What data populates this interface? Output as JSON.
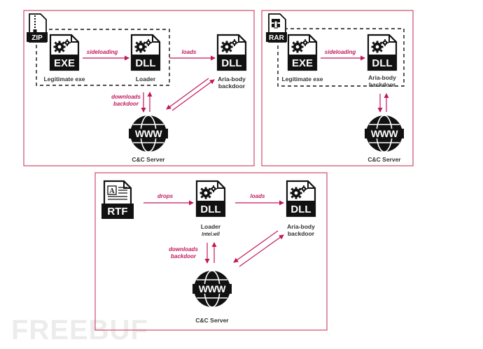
{
  "panel_zip": {
    "tag": "ZIP",
    "exe": {
      "badge": "EXE",
      "label": "Legitimate exe"
    },
    "loader": {
      "badge": "DLL",
      "label": "Loader"
    },
    "aria": {
      "badge": "DLL",
      "label1": "Aria-body",
      "label2": "backdoor"
    },
    "edge_sideloading": "sideloading",
    "edge_loads": "loads",
    "edge_downloads1": "downloads",
    "edge_downloads2": "backdoor",
    "server": {
      "label": "C&C Server"
    }
  },
  "panel_rar": {
    "tag": "RAR",
    "exe": {
      "badge": "EXE",
      "label": "Legitimate exe"
    },
    "aria": {
      "badge": "DLL",
      "label1": "Aria-body",
      "label2": "backdoor"
    },
    "edge_sideloading": "sideloading",
    "server": {
      "label": "C&C Server"
    }
  },
  "panel_rtf": {
    "rtf": {
      "badge": "RTF"
    },
    "loader": {
      "badge": "DLL",
      "label": "Loader",
      "sublabel": "Intel.wll"
    },
    "aria": {
      "badge": "DLL",
      "label1": "Aria-body",
      "label2": "backdoor"
    },
    "edge_drops": "drops",
    "edge_loads": "loads",
    "edge_downloads1": "downloads",
    "edge_downloads2": "backdoor",
    "server": {
      "label": "C&C Server"
    }
  },
  "watermark": "FREEBUF",
  "colors": {
    "accent": "#c2185b",
    "panel_border": "#d24a6a",
    "icon": "#111111"
  }
}
